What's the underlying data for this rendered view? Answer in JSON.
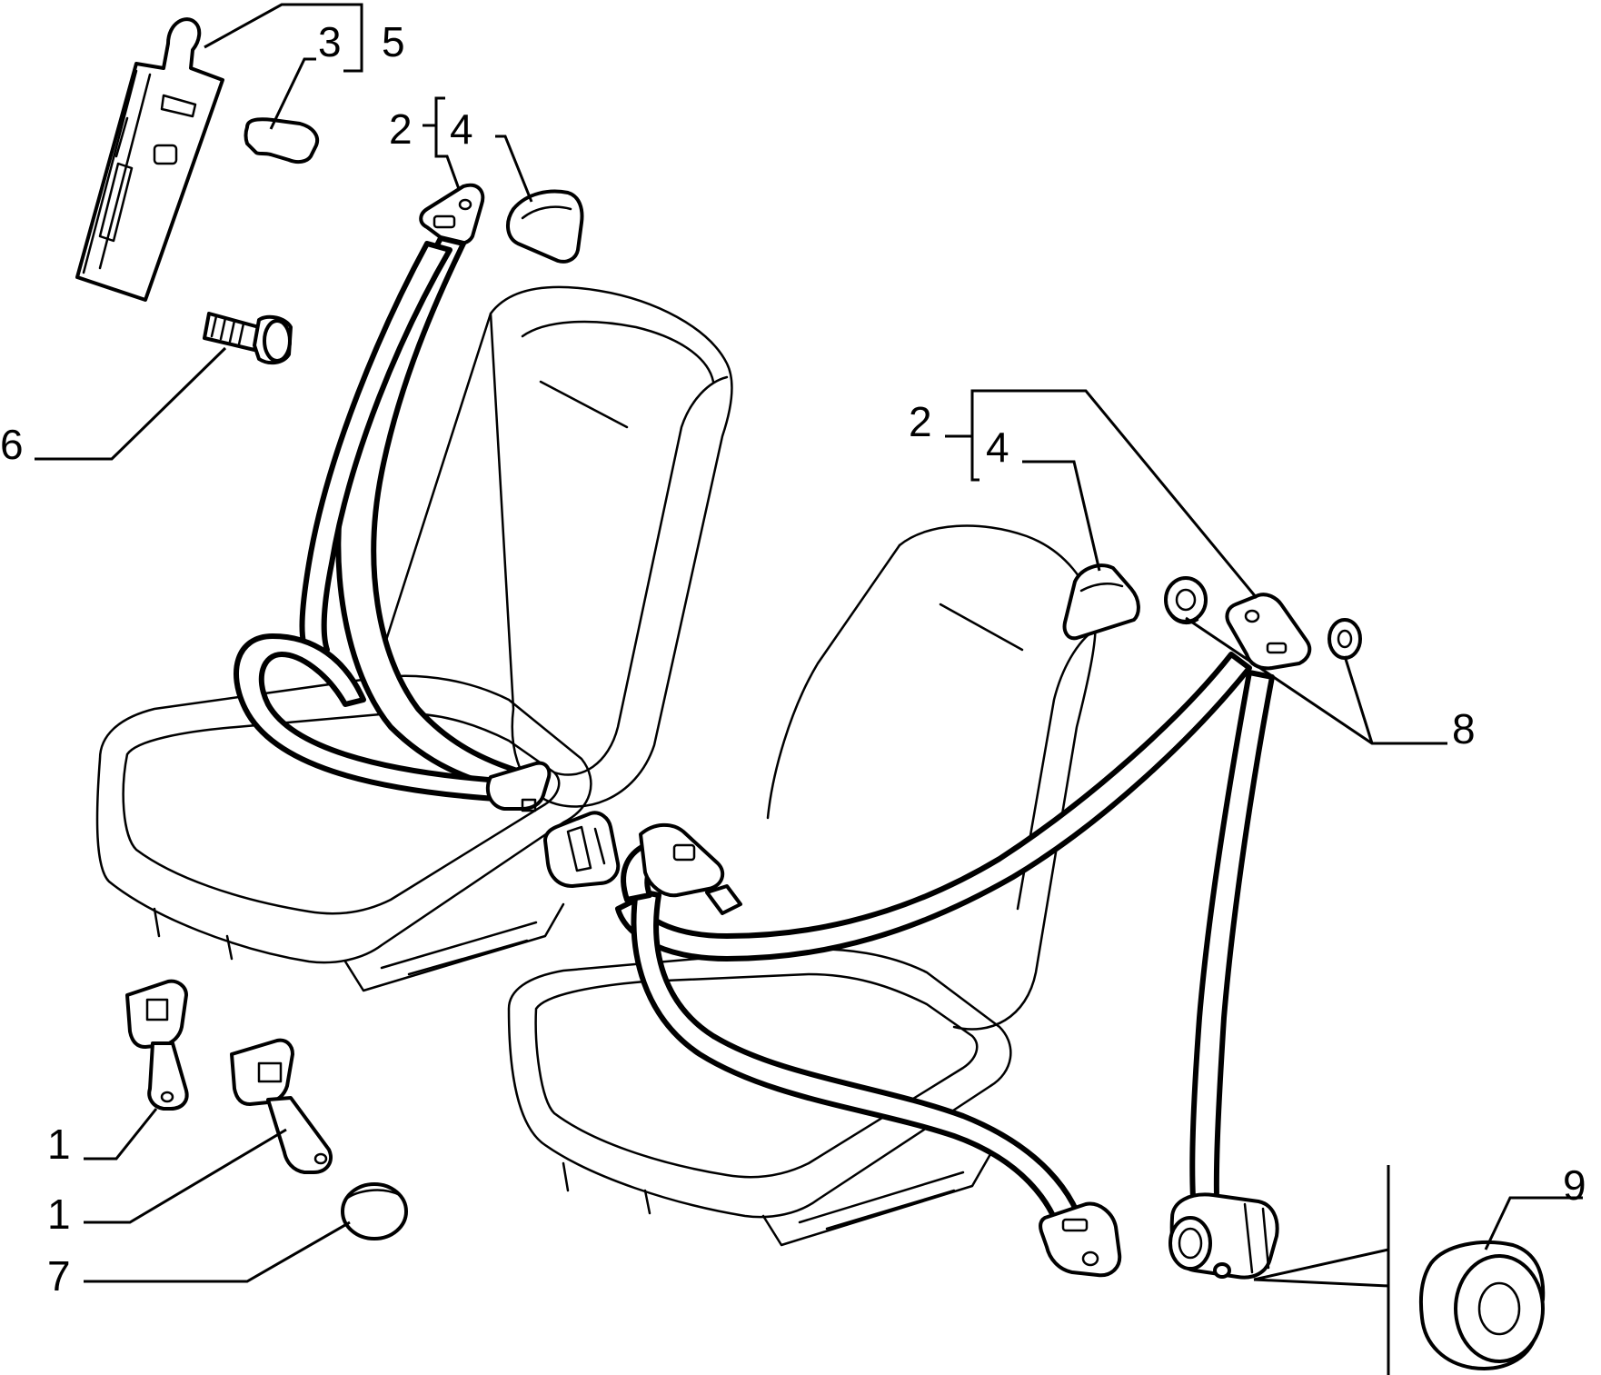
{
  "callouts": {
    "c1a": "1",
    "c1b": "1",
    "c2a": "2",
    "c2b": "2",
    "c3": "3",
    "c4a": "4",
    "c4b": "4",
    "c5": "5",
    "c6": "6",
    "c7": "7",
    "c8": "8",
    "c9": "9"
  }
}
